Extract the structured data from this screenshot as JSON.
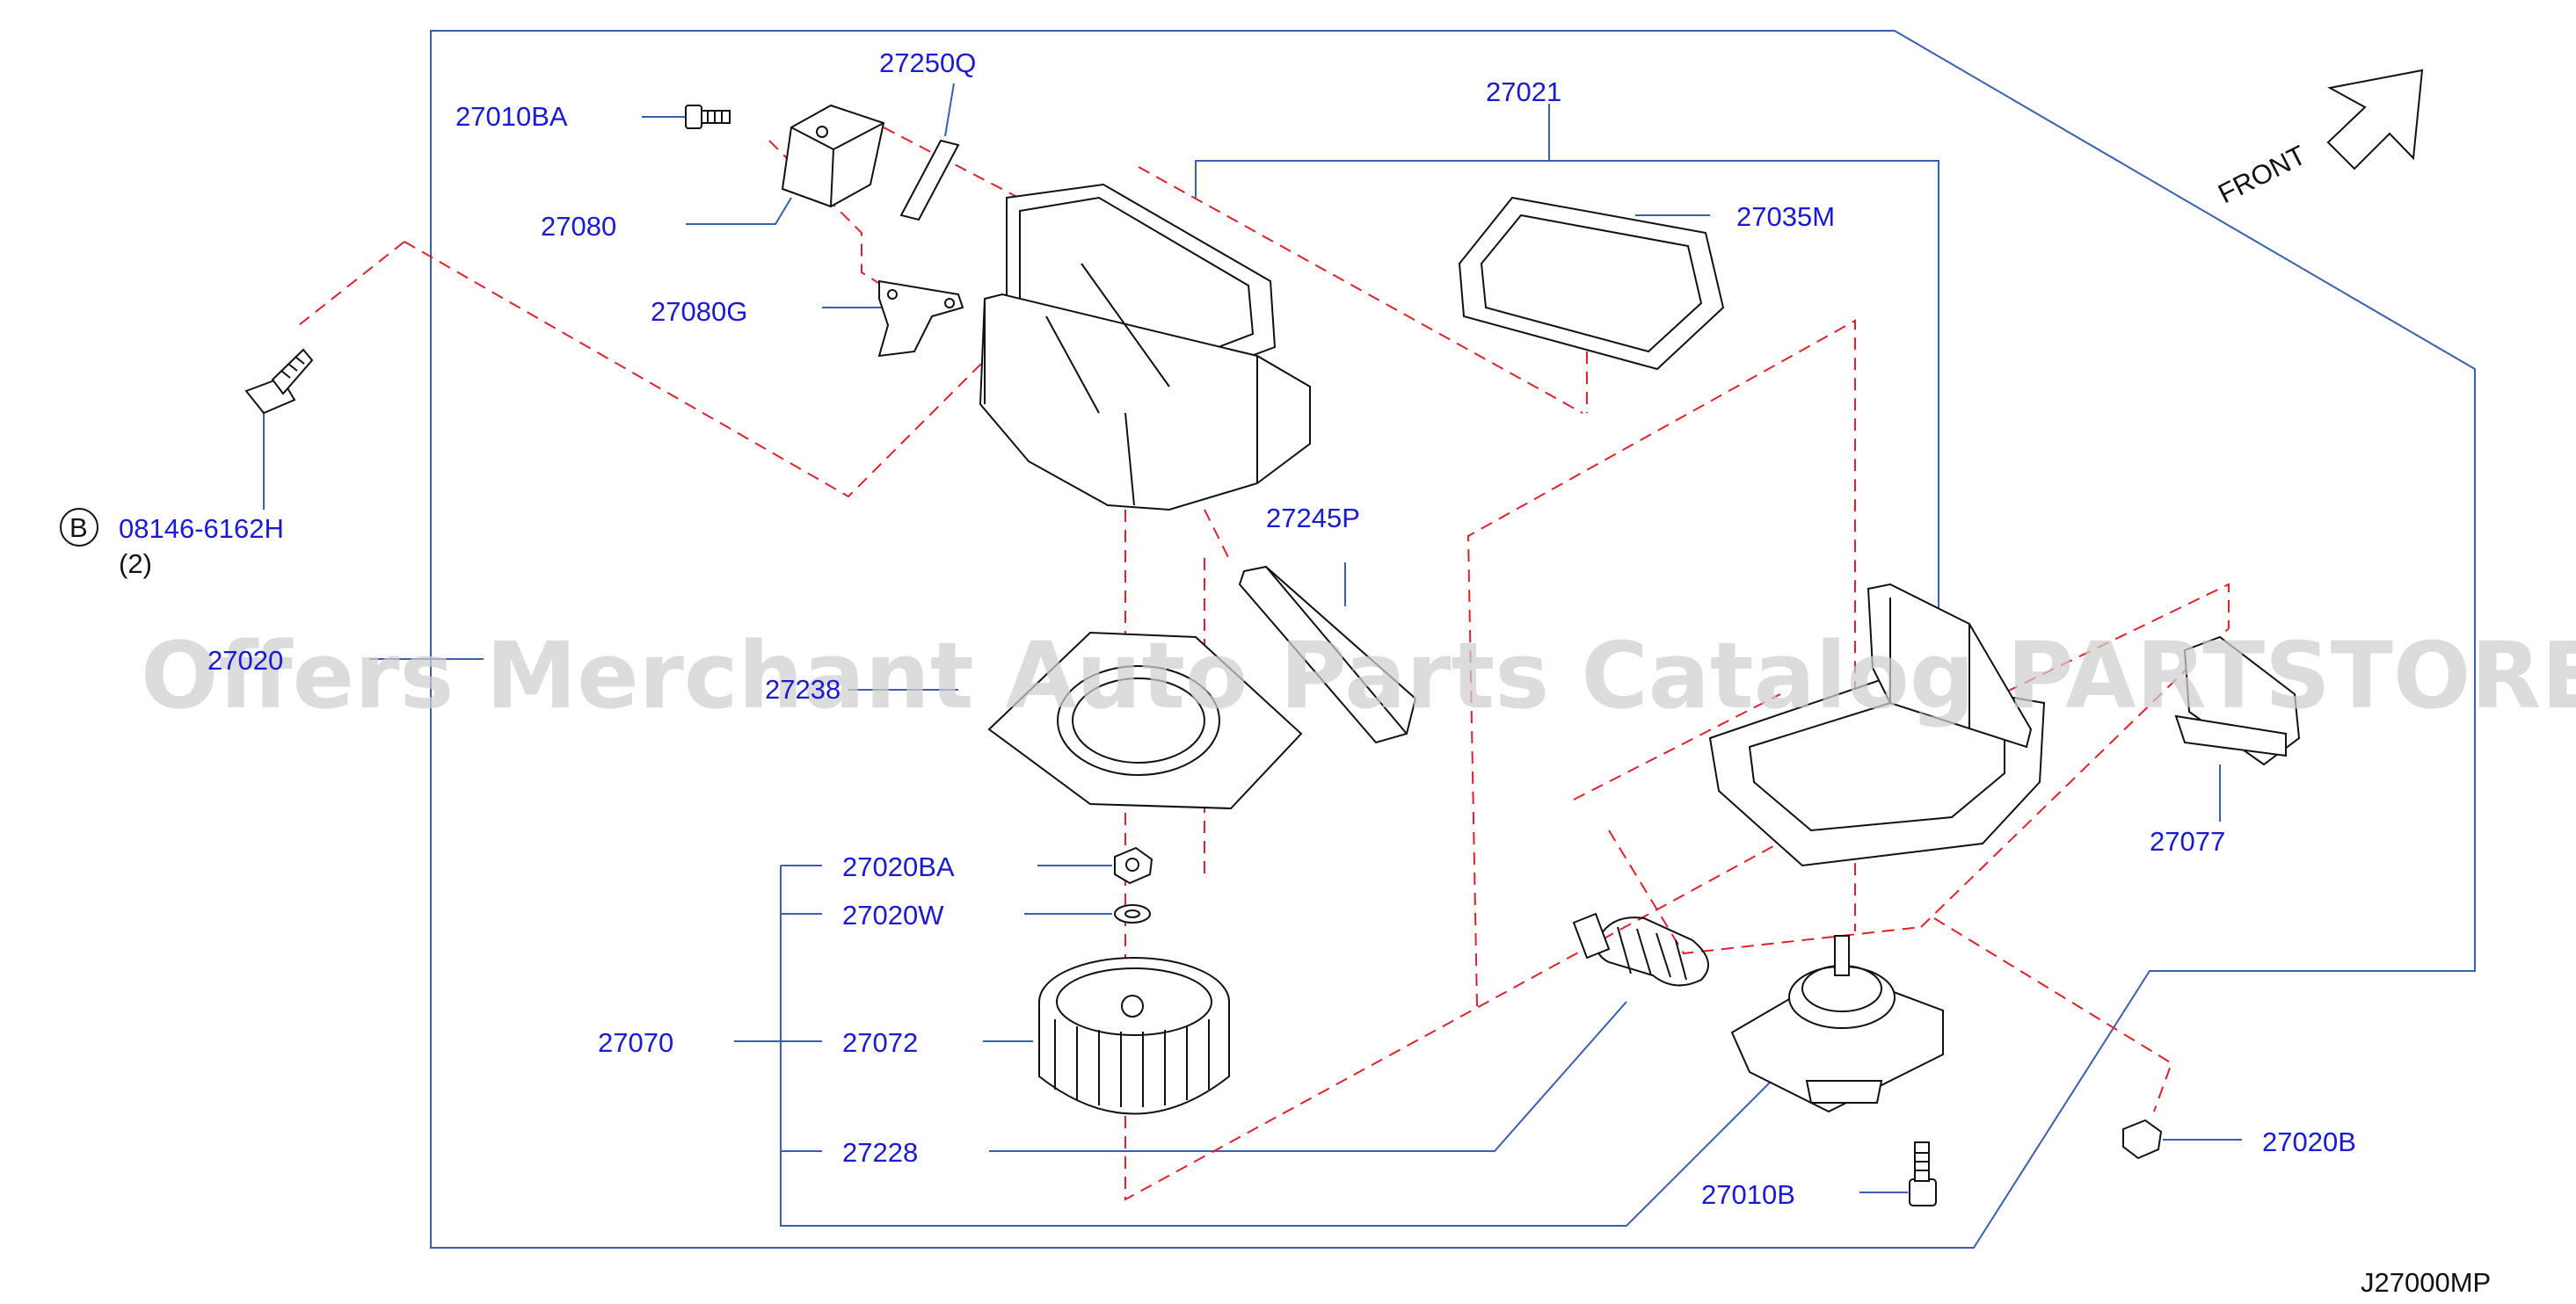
{
  "diagram_code": "J27000MP",
  "front_label": "FRONT",
  "watermark": "Offers Merchant Auto Parts Catalog PARTSTORE.SA",
  "bolt_ref": {
    "circle_letter": "B",
    "part_no": "08146-6162H",
    "qty": "(2)"
  },
  "parts": {
    "p27010BA": "27010BA",
    "p27250Q": "27250Q",
    "p27021": "27021",
    "p27080": "27080",
    "p27035M": "27035M",
    "p27080G": "27080G",
    "p27245P": "27245P",
    "p27020": "27020",
    "p27238": "27238",
    "p27020BA": "27020BA",
    "p27020W": "27020W",
    "p27077": "27077",
    "p27070": "27070",
    "p27072": "27072",
    "p27020B": "27020B",
    "p27228": "27228",
    "p27010B": "27010B"
  },
  "colors": {
    "label": "#1a1ad2",
    "leader": "#3a5fb0",
    "dashed": "#e0202a",
    "outline": "#111111"
  }
}
